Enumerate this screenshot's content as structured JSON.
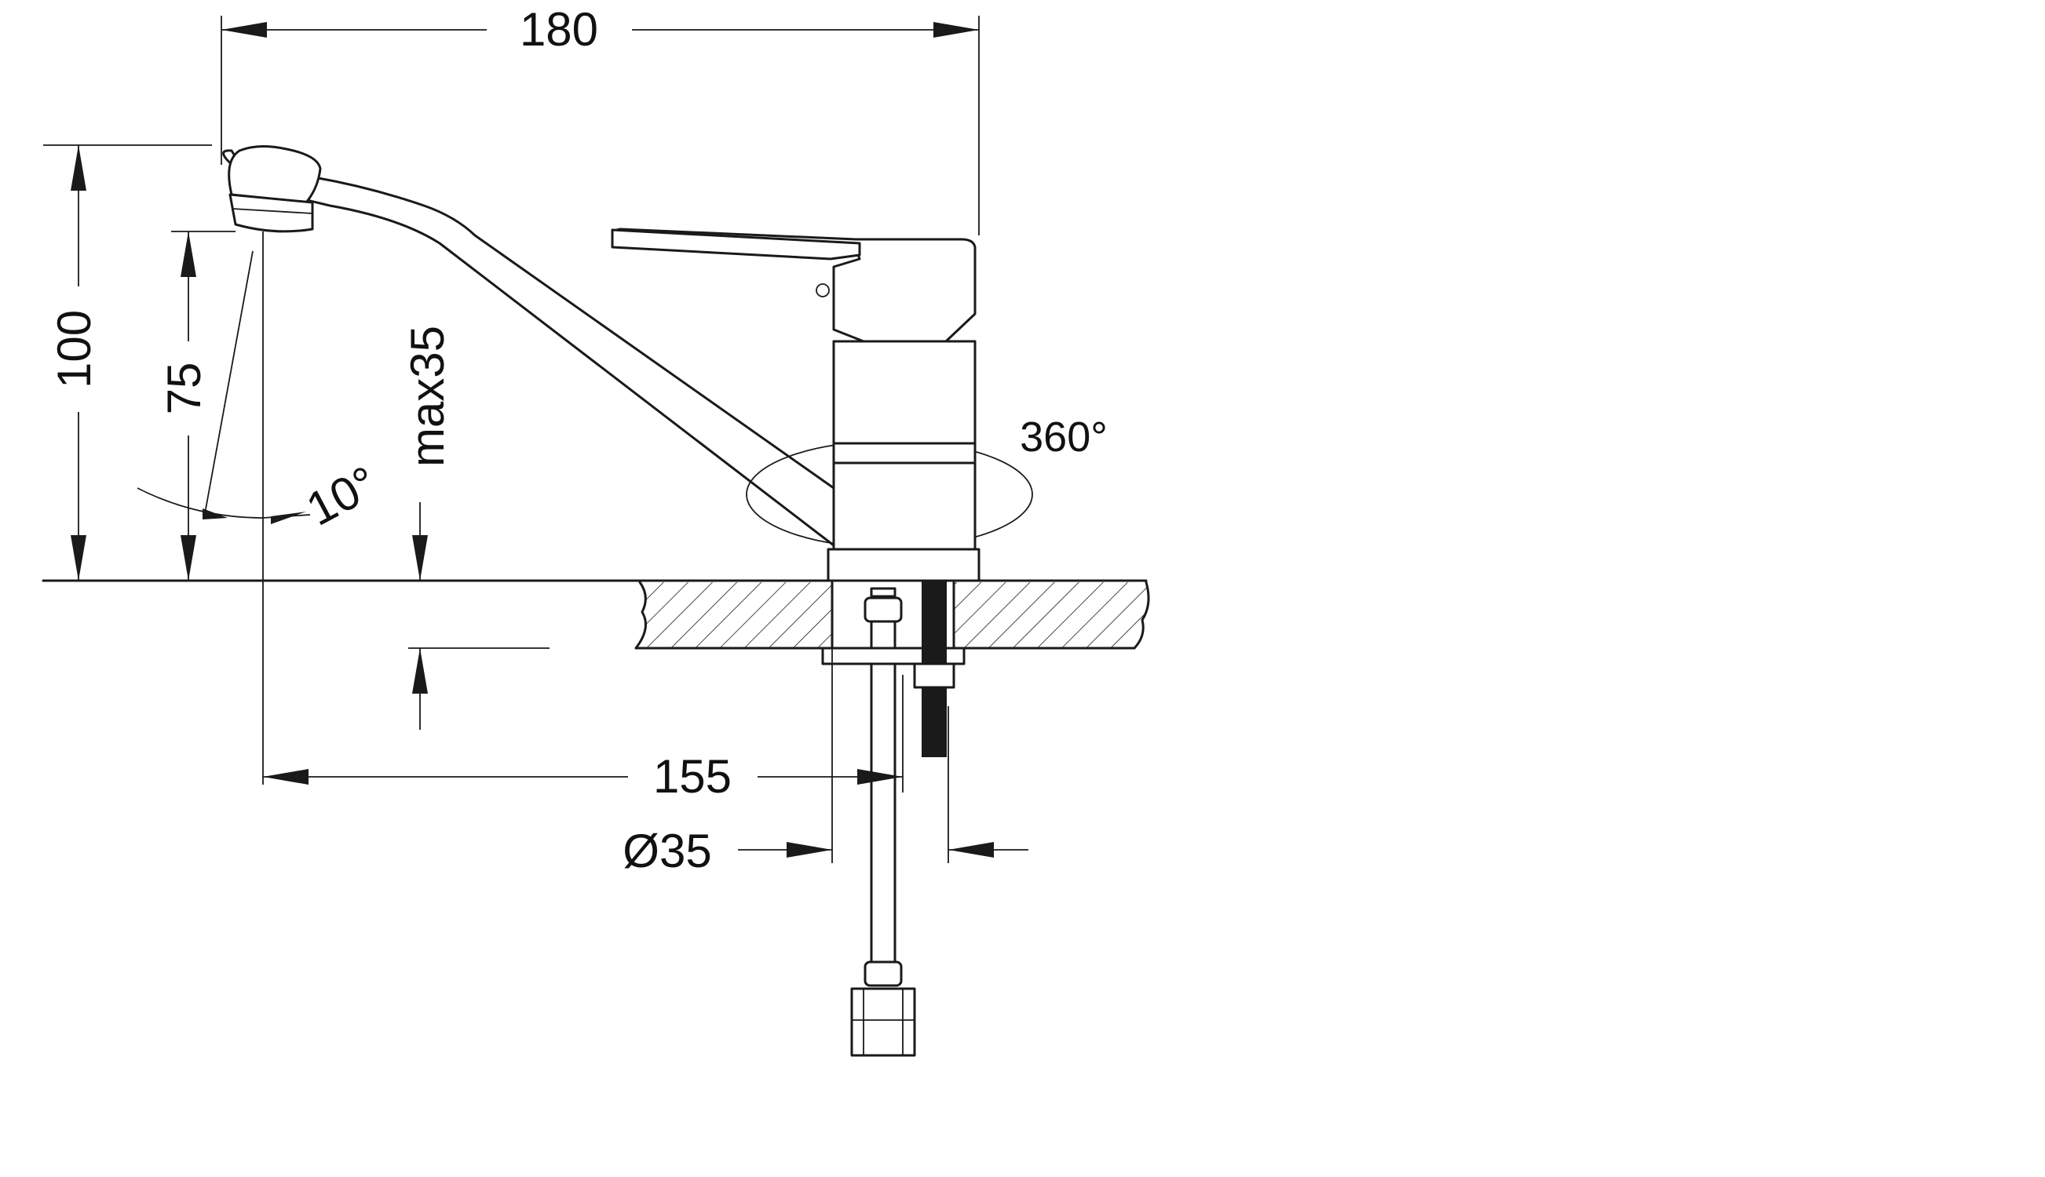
{
  "dimensions": {
    "width_top": "180",
    "height_total": "100",
    "height_spout": "75",
    "max_thickness": "max35",
    "angle": "10°",
    "rotation": "360°",
    "reach": "155",
    "hole_diameter": "Ø35"
  },
  "colors": {
    "line": "#1a1a1a",
    "background": "#ffffff"
  }
}
